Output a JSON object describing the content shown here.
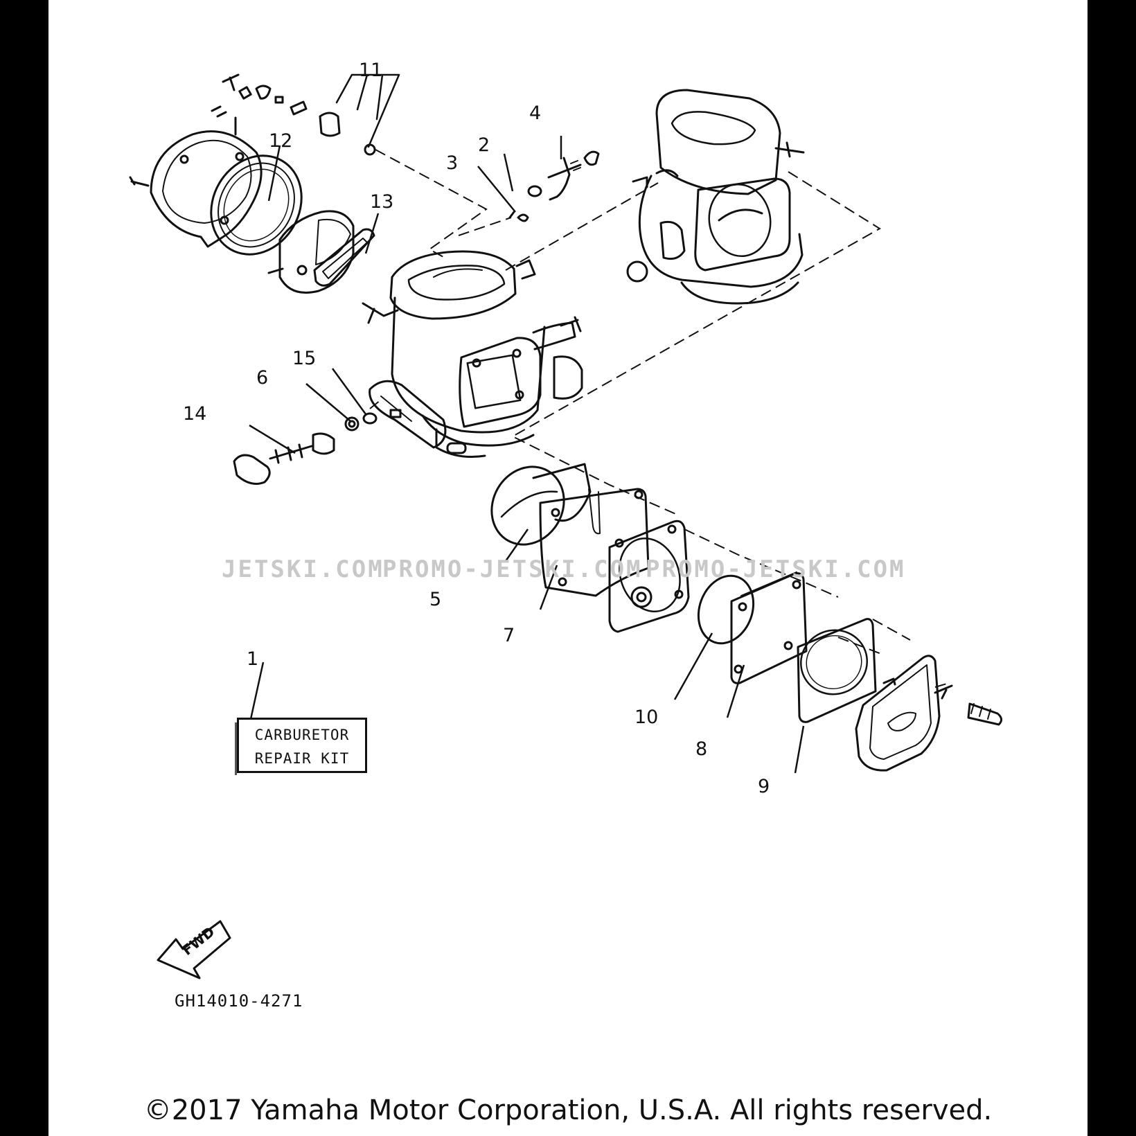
{
  "callouts": {
    "n1": "1",
    "n2": "2",
    "n3": "3",
    "n4": "4",
    "n5": "5",
    "n6": "6",
    "n7": "7",
    "n8": "8",
    "n9": "9",
    "n10": "10",
    "n11": "11",
    "n12": "12",
    "n13": "13",
    "n14": "14",
    "n15": "15"
  },
  "kit_label": {
    "line1": "CARBURETOR",
    "line2": "REPAIR KIT"
  },
  "fwd_label": "FWD",
  "diagram_code": "GH14010-4271",
  "watermarks": [
    "JETSKI.COM",
    "PROMO-JETSKI.COM",
    "PROMO-JETSKI.COM"
  ],
  "copyright": "©2017 Yamaha Motor Corporation, U.S.A. All rights reserved.",
  "colors": {
    "ink": "#111111",
    "paper": "#ffffff",
    "frame": "#000000",
    "watermark": "#c8c8c8"
  }
}
